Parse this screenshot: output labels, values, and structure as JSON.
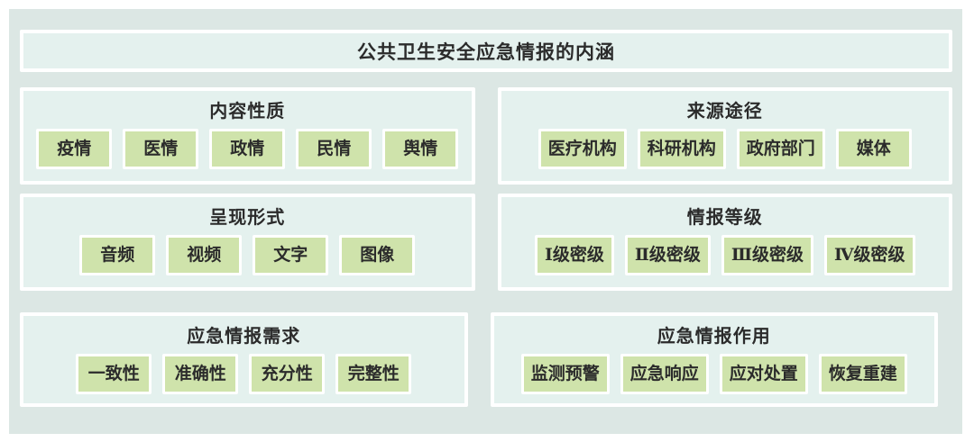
{
  "title": "公共卫生安全应急情报的内涵",
  "sections": [
    {
      "title": "内容性质",
      "items": [
        "疫情",
        "医情",
        "政情",
        "民情",
        "舆情"
      ]
    },
    {
      "title": "来源途径",
      "items": [
        "医疗机构",
        "科研机构",
        "政府部门",
        "媒体"
      ]
    },
    {
      "title": "呈现形式",
      "items": [
        "音频",
        "视频",
        "文字",
        "图像"
      ]
    },
    {
      "title": "情报等级",
      "items": [
        "Ⅰ级密级",
        "Ⅱ级密级",
        "Ⅲ级密级",
        "Ⅳ级密级"
      ]
    },
    {
      "title": "应急情报需求",
      "items": [
        "一致性",
        "准确性",
        "充分性",
        "完整性"
      ]
    },
    {
      "title": "应急情报作用",
      "items": [
        "监测预警",
        "应急响应",
        "应对处置",
        "恢复重建"
      ]
    }
  ],
  "colors": {
    "board_background": "#dce7e4",
    "panel_fill": "#e4f1ee",
    "chip_fill": "#cfe3ab",
    "border": "#ffffff",
    "text": "#2b2b2b"
  }
}
